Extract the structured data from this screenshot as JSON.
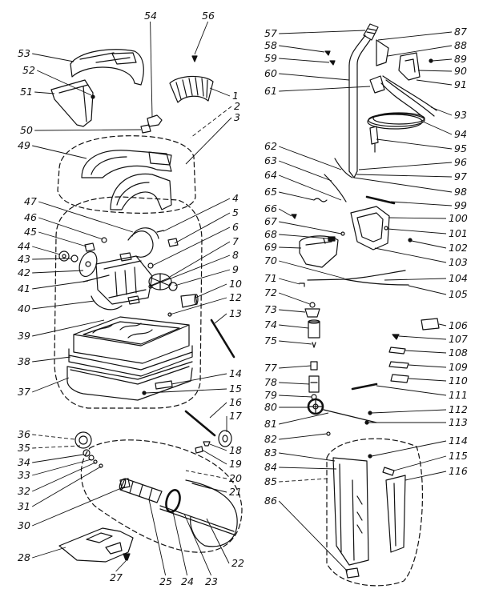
{
  "callouts": [
    "1",
    "2",
    "3",
    "4",
    "5",
    "6",
    "7",
    "8",
    "9",
    "10",
    "12",
    "13",
    "14",
    "15",
    "16",
    "17",
    "18",
    "19",
    "20",
    "21",
    "22",
    "23",
    "24",
    "25",
    "27",
    "28",
    "30",
    "31",
    "32",
    "33",
    "34",
    "35",
    "36",
    "37",
    "38",
    "39",
    "40",
    "41",
    "42",
    "43",
    "44",
    "45",
    "46",
    "47",
    "49",
    "50",
    "51",
    "52",
    "53",
    "54",
    "56",
    "57",
    "58",
    "59",
    "60",
    "61",
    "62",
    "63",
    "64",
    "65",
    "66",
    "67",
    "68",
    "69",
    "70",
    "71",
    "72",
    "73",
    "74",
    "75",
    "77",
    "78",
    "79",
    "80",
    "81",
    "82",
    "83",
    "84",
    "85",
    "86",
    "87",
    "88",
    "89",
    "90",
    "91",
    "93",
    "94",
    "95",
    "96",
    "97",
    "98",
    "99",
    "100",
    "101",
    "102",
    "103",
    "104",
    "105",
    "106",
    "107",
    "108",
    "109",
    "110",
    "111",
    "112",
    "113",
    "114",
    "115",
    "116"
  ]
}
